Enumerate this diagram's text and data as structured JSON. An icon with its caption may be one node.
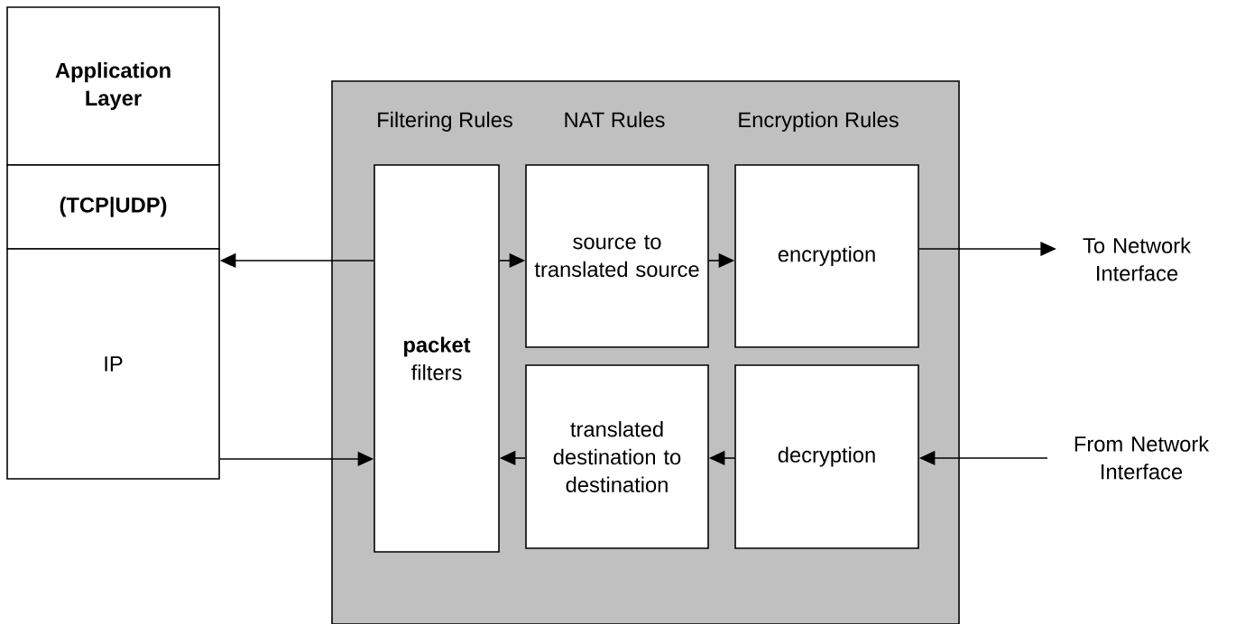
{
  "diagram": {
    "nodes": [
      {
        "text": [
          "Application Layer"
        ]
      },
      {
        "text": [
          "(TCP|UDP)"
        ]
      },
      {
        "text": [
          "IP"
        ]
      },
      {
        "text": [
          "Filtering Rules",
          "NAT Rules",
          "Encryption Rules"
        ]
      },
      {
        "text": [
          "**packet** filters"
        ],
        "in": 3
      },
      {
        "text": [
          "source to translated source"
        ],
        "in": 3
      },
      {
        "text": [
          "encryption"
        ],
        "in": 3
      },
      {
        "text": [
          "translated destination to destination"
        ],
        "in": 3
      },
      {
        "text": [
          "decryption"
        ],
        "in": 3
      },
      {
        "text": [
          "To Network Interface"
        ]
      },
      {
        "text": [
          "From Network Interface"
        ]
      }
    ],
    "edges": [
      {
        "from": 4,
        "to": 2,
        "arrow": "to"
      },
      {
        "from": 2,
        "to": 4,
        "arrow": "to"
      },
      {
        "from": 4,
        "to": 5,
        "arrow": "to"
      },
      {
        "from": 5,
        "to": 6,
        "arrow": "to"
      },
      {
        "from": 6,
        "to": 9,
        "arrow": "to"
      },
      {
        "from": 10,
        "to": 8,
        "arrow": "to"
      },
      {
        "from": 8,
        "to": 7,
        "arrow": "to"
      },
      {
        "from": 7,
        "to": 4,
        "arrow": "to"
      }
    ]
  }
}
